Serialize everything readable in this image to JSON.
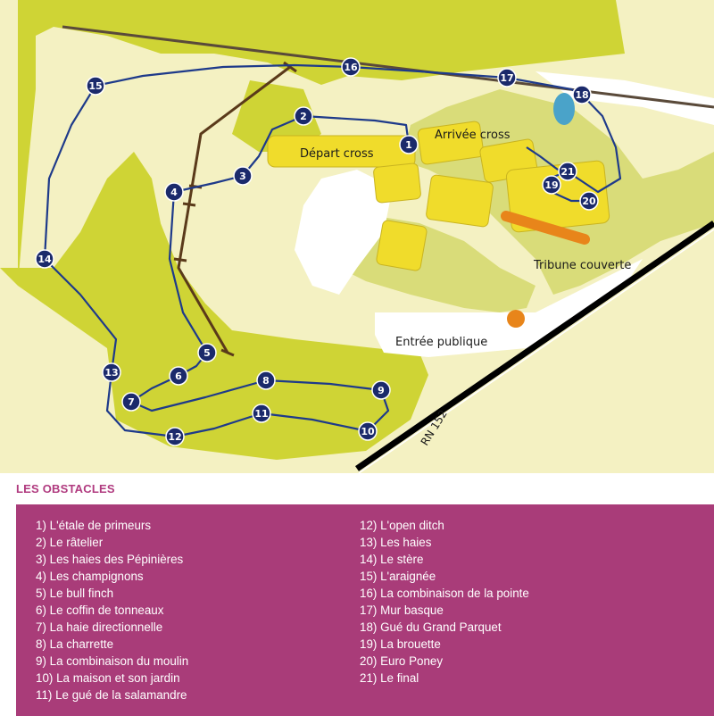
{
  "map": {
    "labels": {
      "depart_cross": "Départ cross",
      "arrivee_cross": "Arrivée cross",
      "tribune": "Tribune couverte",
      "entree": "Entrée publique",
      "road": "RN 152"
    },
    "markers": [
      "1",
      "2",
      "3",
      "4",
      "5",
      "6",
      "7",
      "8",
      "9",
      "10",
      "11",
      "12",
      "13",
      "14",
      "15",
      "16",
      "17",
      "18",
      "19",
      "20",
      "21"
    ],
    "colors": {
      "field": "#cfd435",
      "fairway": "#f4f1c2",
      "building": "#f0dc2b",
      "course_line": "#1e3a8a",
      "marker": "#1b2a6b",
      "fence": "#5a3a1a",
      "tribune": "#e8851a",
      "legend_bg": "#a93c79",
      "legend_title": "#b03a7f"
    }
  },
  "legend": {
    "title": "LES OBSTACLES",
    "left": [
      "1) L'étale de primeurs",
      "2) Le râtelier",
      "3) Les haies des Pépinières",
      "4) Les champignons",
      "5) Le bull finch",
      "6) Le coffin de tonneaux",
      "7) La haie directionnelle",
      "8) La charrette",
      "9) La combinaison du moulin",
      "10) La maison et son jardin",
      "11) Le gué de la salamandre"
    ],
    "right": [
      "12) L'open ditch",
      "13) Les haies",
      "14) Le stère",
      "15) L'araignée",
      "16) La combinaison de la pointe",
      "17) Mur basque",
      "18) Gué du Grand Parquet",
      "19) La brouette",
      "20) Euro Poney",
      "21) Le final"
    ]
  }
}
